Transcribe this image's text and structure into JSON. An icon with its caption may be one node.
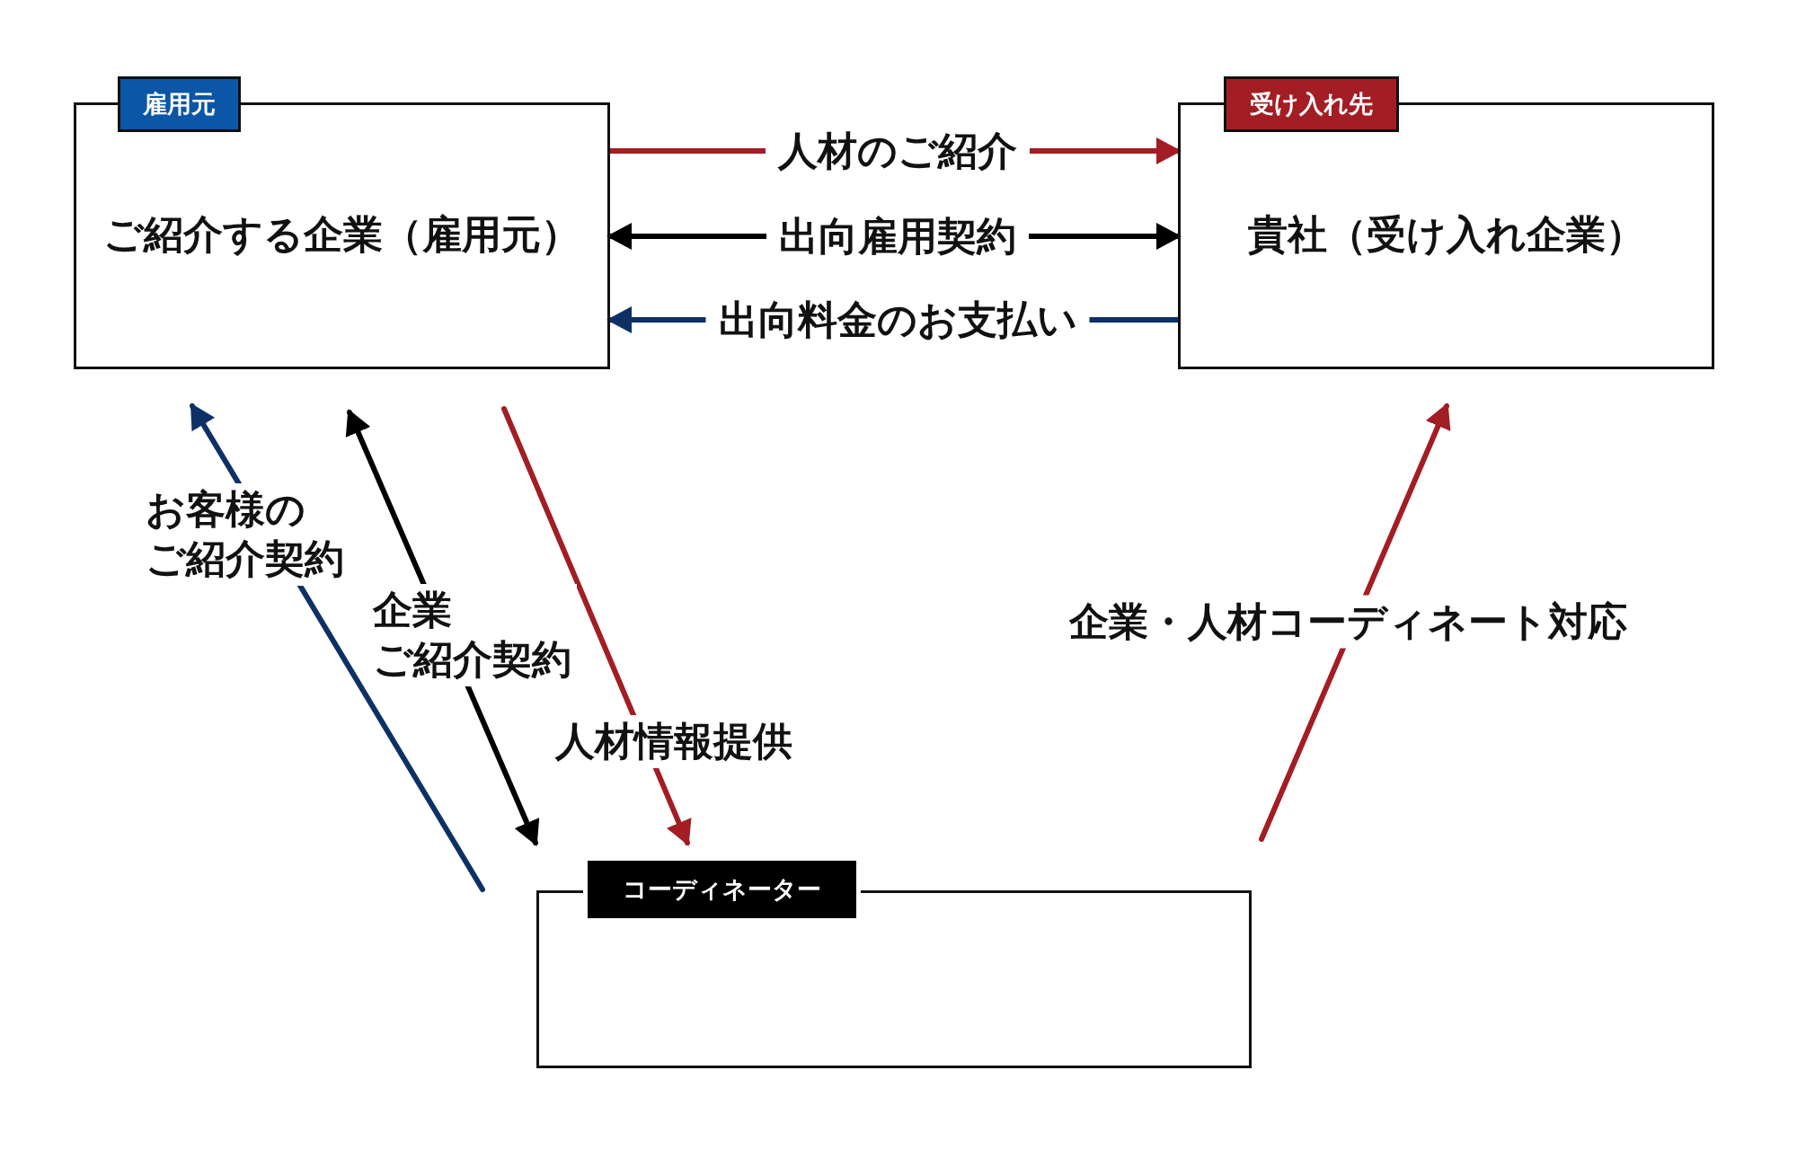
{
  "diagram": {
    "nodes": [
      {
        "text": [
          "雇用元",
          "ご紹介する企業（雇用元）"
        ]
      },
      {
        "text": [
          "受け入れ先",
          "貴社（受け入れ企業）"
        ]
      },
      {
        "text": [
          "コーディネーター"
        ]
      }
    ],
    "edges": [
      {
        "from": 0,
        "to": 1,
        "arrow": "to",
        "label": "人材のご紹介"
      },
      {
        "from": 0,
        "to": 1,
        "arrow": "both",
        "label": "出向雇用契約",
        "color": "#000000"
      },
      {
        "from": 1,
        "to": 0,
        "arrow": "to",
        "label": "出向料金のお支払い",
        "color": "#0d3166"
      },
      {
        "from": 2,
        "to": 0,
        "arrow": "to",
        "label": "お客様のご紹介契約",
        "color": "#0d3166"
      },
      {
        "from": 0,
        "to": 2,
        "arrow": "both",
        "label": "企業ご紹介契約",
        "color": "#000000"
      },
      {
        "from": 0,
        "to": 2,
        "arrow": "to",
        "label": "人材情報提供"
      },
      {
        "from": 2,
        "to": 1,
        "arrow": "to",
        "label": "企業・人材コーディネート対応"
      }
    ]
  }
}
